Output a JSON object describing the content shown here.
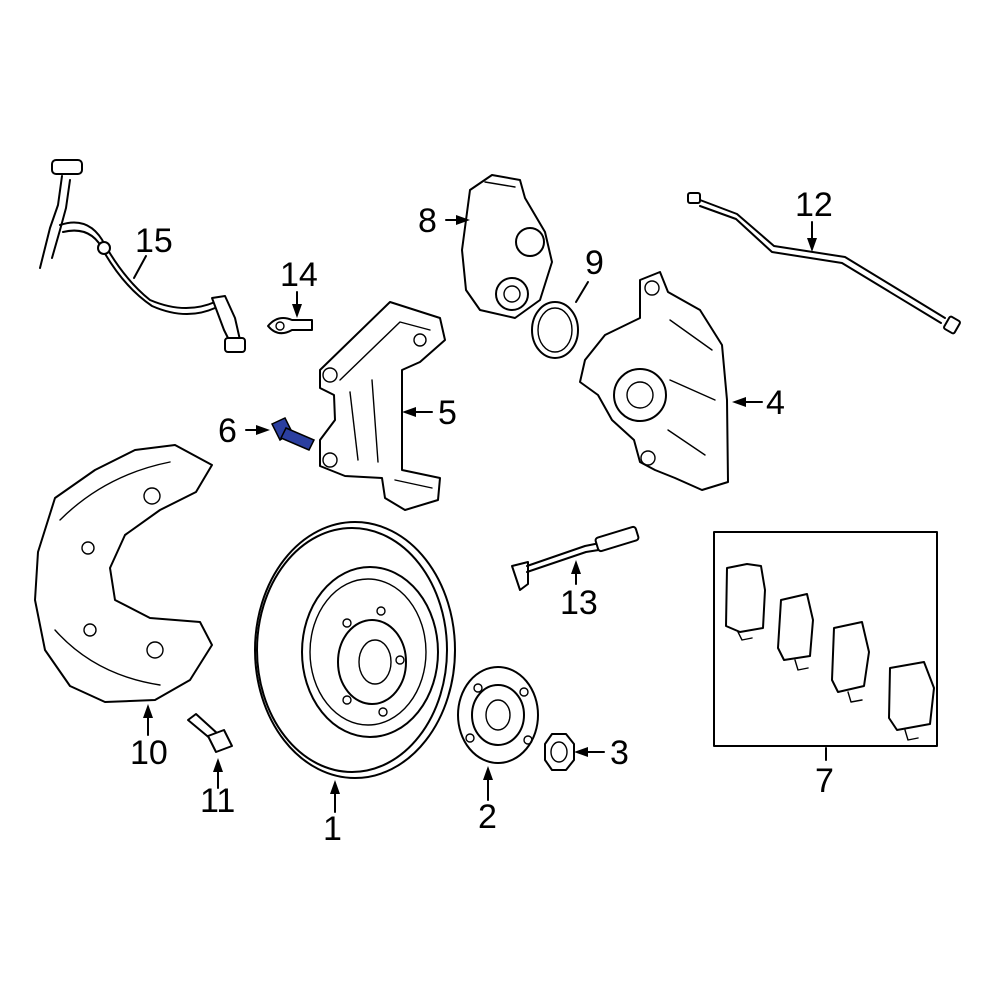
{
  "callouts": {
    "c1": "1",
    "c2": "2",
    "c3": "3",
    "c4": "4",
    "c5": "5",
    "c6": "6",
    "c7": "7",
    "c8": "8",
    "c9": "9",
    "c10": "10",
    "c11": "11",
    "c12": "12",
    "c13": "13",
    "c14": "14",
    "c15": "15"
  },
  "colors": {
    "line": "#000000",
    "highlight_part": "#2b3fa0",
    "background": "#ffffff"
  }
}
